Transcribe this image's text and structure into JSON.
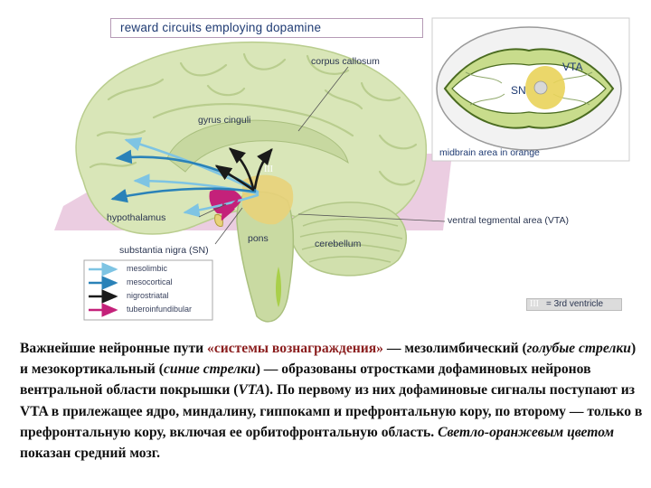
{
  "header": {
    "title": "reward circuits employing dopamine"
  },
  "labels": {
    "corpus_callosum": "corpus callosum",
    "gyrus_cinguli": "gyrus cinguli",
    "hypothalamus": "hypothalamus",
    "substantia_nigra": "substantia nigra (SN)",
    "pons": "pons",
    "cerebellum": "cerebellum",
    "vta": "ventral tegmental area (VTA)",
    "third_ventricle_mark": "III"
  },
  "inset": {
    "vta": "VTA",
    "sn": "SN",
    "caption": "midbrain area in orange"
  },
  "legend": [
    {
      "label": "mesolimbic",
      "color": "#7ec4e3"
    },
    {
      "label": "mesocortical",
      "color": "#2a82b8"
    },
    {
      "label": "nigrostriatal",
      "color": "#1a1a1a"
    },
    {
      "label": "tuberoinfundibular",
      "color": "#c4217a"
    }
  ],
  "ventricle_key": {
    "symbol": "III",
    "text": "= 3rd ventricle"
  },
  "caption": {
    "p1": "Важнейшие нейронные пути ",
    "p2_red": "«системы вознаграждения»",
    "p3": " — мезолимбический (",
    "p4_italic": "голубые стрелки",
    "p5": ") и мезокортикальный (",
    "p6_italic": "синие стрелки",
    "p7": ") — образованы отростками дофаминовых нейронов вентральной области покрышки (",
    "p8_italic": "VTA",
    "p9": "). По первому из них дофаминовые сигналы поступают из VTA в прилежащее ядро, миндалину, гиппокамп и префронтальную кору, по второму — только в префронтальную кору, включая ее орбитофронтальную область. ",
    "p10_italic": "Светло-оранжевым цветом",
    "p11": " показан средний мозг."
  },
  "colors": {
    "brain": "#d9e6b8",
    "brain_dark": "#b9cd8e",
    "plane": "#e7c4dc",
    "midbrain": "#e8d27a",
    "title": "#1f3b73"
  }
}
